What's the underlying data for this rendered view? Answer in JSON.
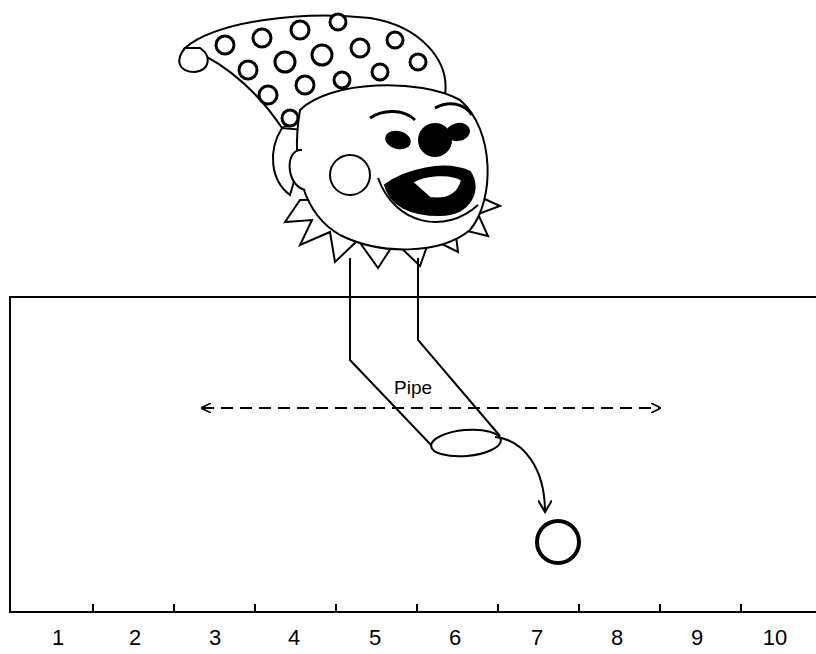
{
  "diagram": {
    "labels": [
      "Pipe",
      "1",
      "2",
      "3",
      "4",
      "5",
      "6",
      "7",
      "8",
      "9",
      "10"
    ]
  }
}
